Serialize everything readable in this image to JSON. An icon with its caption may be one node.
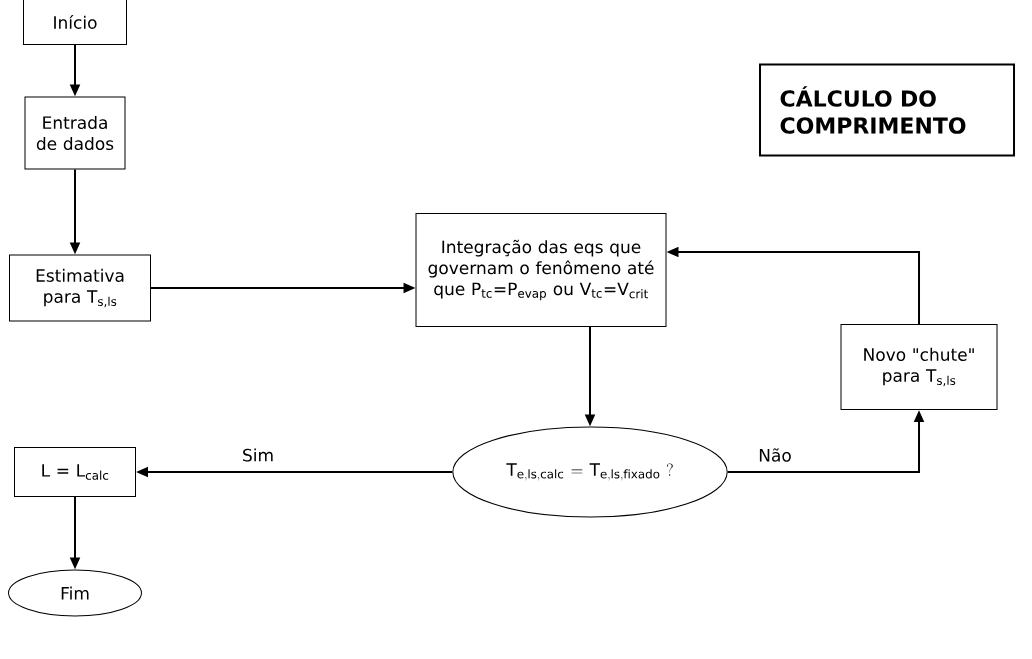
{
  "diagram": {
    "title": "CÁLCULO DO COMPRIMENTO",
    "nodes": [
      {
        "text": [
          "Início"
        ]
      },
      {
        "text": [
          "Entrada de dados"
        ]
      },
      {
        "text": [
          "Estimativa para T$_{s,ls}$"
        ]
      },
      {
        "text": [
          "Integração das eqs que governam o fenômeno até que P$_{tc}$=P$_{evap}$ ou V$_{tc}$=V$_{crit}$"
        ]
      },
      {
        "text": [
          "\\mathrm{T}_{\\mathrm{e,ls,calc}} = \\mathrm{T}_{\\mathrm{e,ls,fixado}}\\ ?"
        ]
      },
      {
        "text": [
          "Novo \"chute\" para T$_{s,ls}$"
        ]
      },
      {
        "text": [
          "L = L$_{calc}$"
        ]
      },
      {
        "text": [
          "Fim"
        ]
      }
    ],
    "edges": [
      {
        "from": 0,
        "to": 1,
        "arrow": "to"
      },
      {
        "from": 1,
        "to": 2,
        "arrow": "to"
      },
      {
        "from": 2,
        "to": 3,
        "arrow": "to"
      },
      {
        "from": 3,
        "to": 4,
        "arrow": "to"
      },
      {
        "from": 4,
        "to": 6,
        "arrow": "to",
        "label": "Sim"
      },
      {
        "from": 4,
        "to": 5,
        "arrow": "to",
        "label": "Não"
      },
      {
        "from": 5,
        "to": 3,
        "arrow": "to"
      },
      {
        "from": 6,
        "to": 7,
        "arrow": "to"
      }
    ]
  }
}
